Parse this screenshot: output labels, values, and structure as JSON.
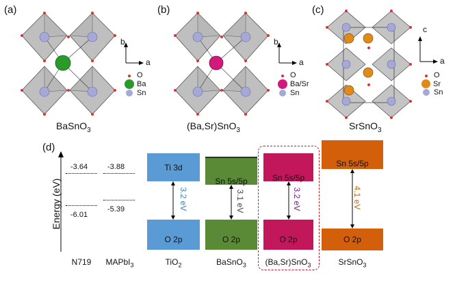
{
  "panels": {
    "a": {
      "label": "(a)",
      "compound": "BaSnO",
      "sub": "3",
      "legend": [
        {
          "name": "O",
          "color": "#e03030"
        },
        {
          "name": "Ba",
          "color": "#2a9a2a"
        },
        {
          "name": "Sn",
          "color": "#a6a8d8"
        }
      ],
      "axes": {
        "vertical": "b",
        "horizontal": "a"
      }
    },
    "b": {
      "label": "(b)",
      "compound_pre": "(Ba,Sr)SnO",
      "sub": "3",
      "legend": [
        {
          "name": "O",
          "color": "#e03030"
        },
        {
          "name": "Ba/Sr",
          "color": "#d21a7d"
        },
        {
          "name": "Sn",
          "color": "#a6a8d8"
        }
      ],
      "axes": {
        "vertical": "b",
        "horizontal": "a"
      }
    },
    "c": {
      "label": "(c)",
      "compound": "SrSnO",
      "sub": "3",
      "legend": [
        {
          "name": "O",
          "color": "#e03030"
        },
        {
          "name": "Sr",
          "color": "#e08a1a"
        },
        {
          "name": "Sn",
          "color": "#a6a8d8"
        }
      ],
      "axes": {
        "vertical": "c",
        "horizontal": "a"
      }
    },
    "d": {
      "label": "(d)",
      "ylabel": "Energy (eV)"
    }
  },
  "levels": {
    "n719": {
      "name": "N719",
      "top": "-3.64",
      "bottom": "-6.01"
    },
    "mapbi": {
      "name_pre": "MAPbI",
      "sub": "3",
      "top": "-3.88",
      "bottom": "-5.39"
    }
  },
  "bands": [
    {
      "material_pre": "TiO",
      "sub": "2",
      "cb": "Ti 3d",
      "vb": "O 2p",
      "gap": "3.2 eV",
      "color": "#5b9bd5",
      "gapcolor": "#3b7fc4"
    },
    {
      "material_pre": "BaSnO",
      "sub": "3",
      "cb": "Sn 5s/5p",
      "vb": "O 2p",
      "gap": "3.1 eV",
      "color": "#5a8a35",
      "gapcolor": "#444444"
    },
    {
      "material_pre": "(Ba,Sr)SnO",
      "sub": "3",
      "cb": "Sn 5s/5p",
      "vb": "O 2p",
      "gap": "3.2 eV",
      "color": "#c2185b",
      "gapcolor": "#7a1a8a"
    },
    {
      "material_pre": "SrSnO",
      "sub": "3",
      "cb": "Sn 5s/5p",
      "vb": "O 2p",
      "gap": "4.1 eV",
      "color": "#d35f0a",
      "gapcolor": "#c26a12"
    }
  ]
}
